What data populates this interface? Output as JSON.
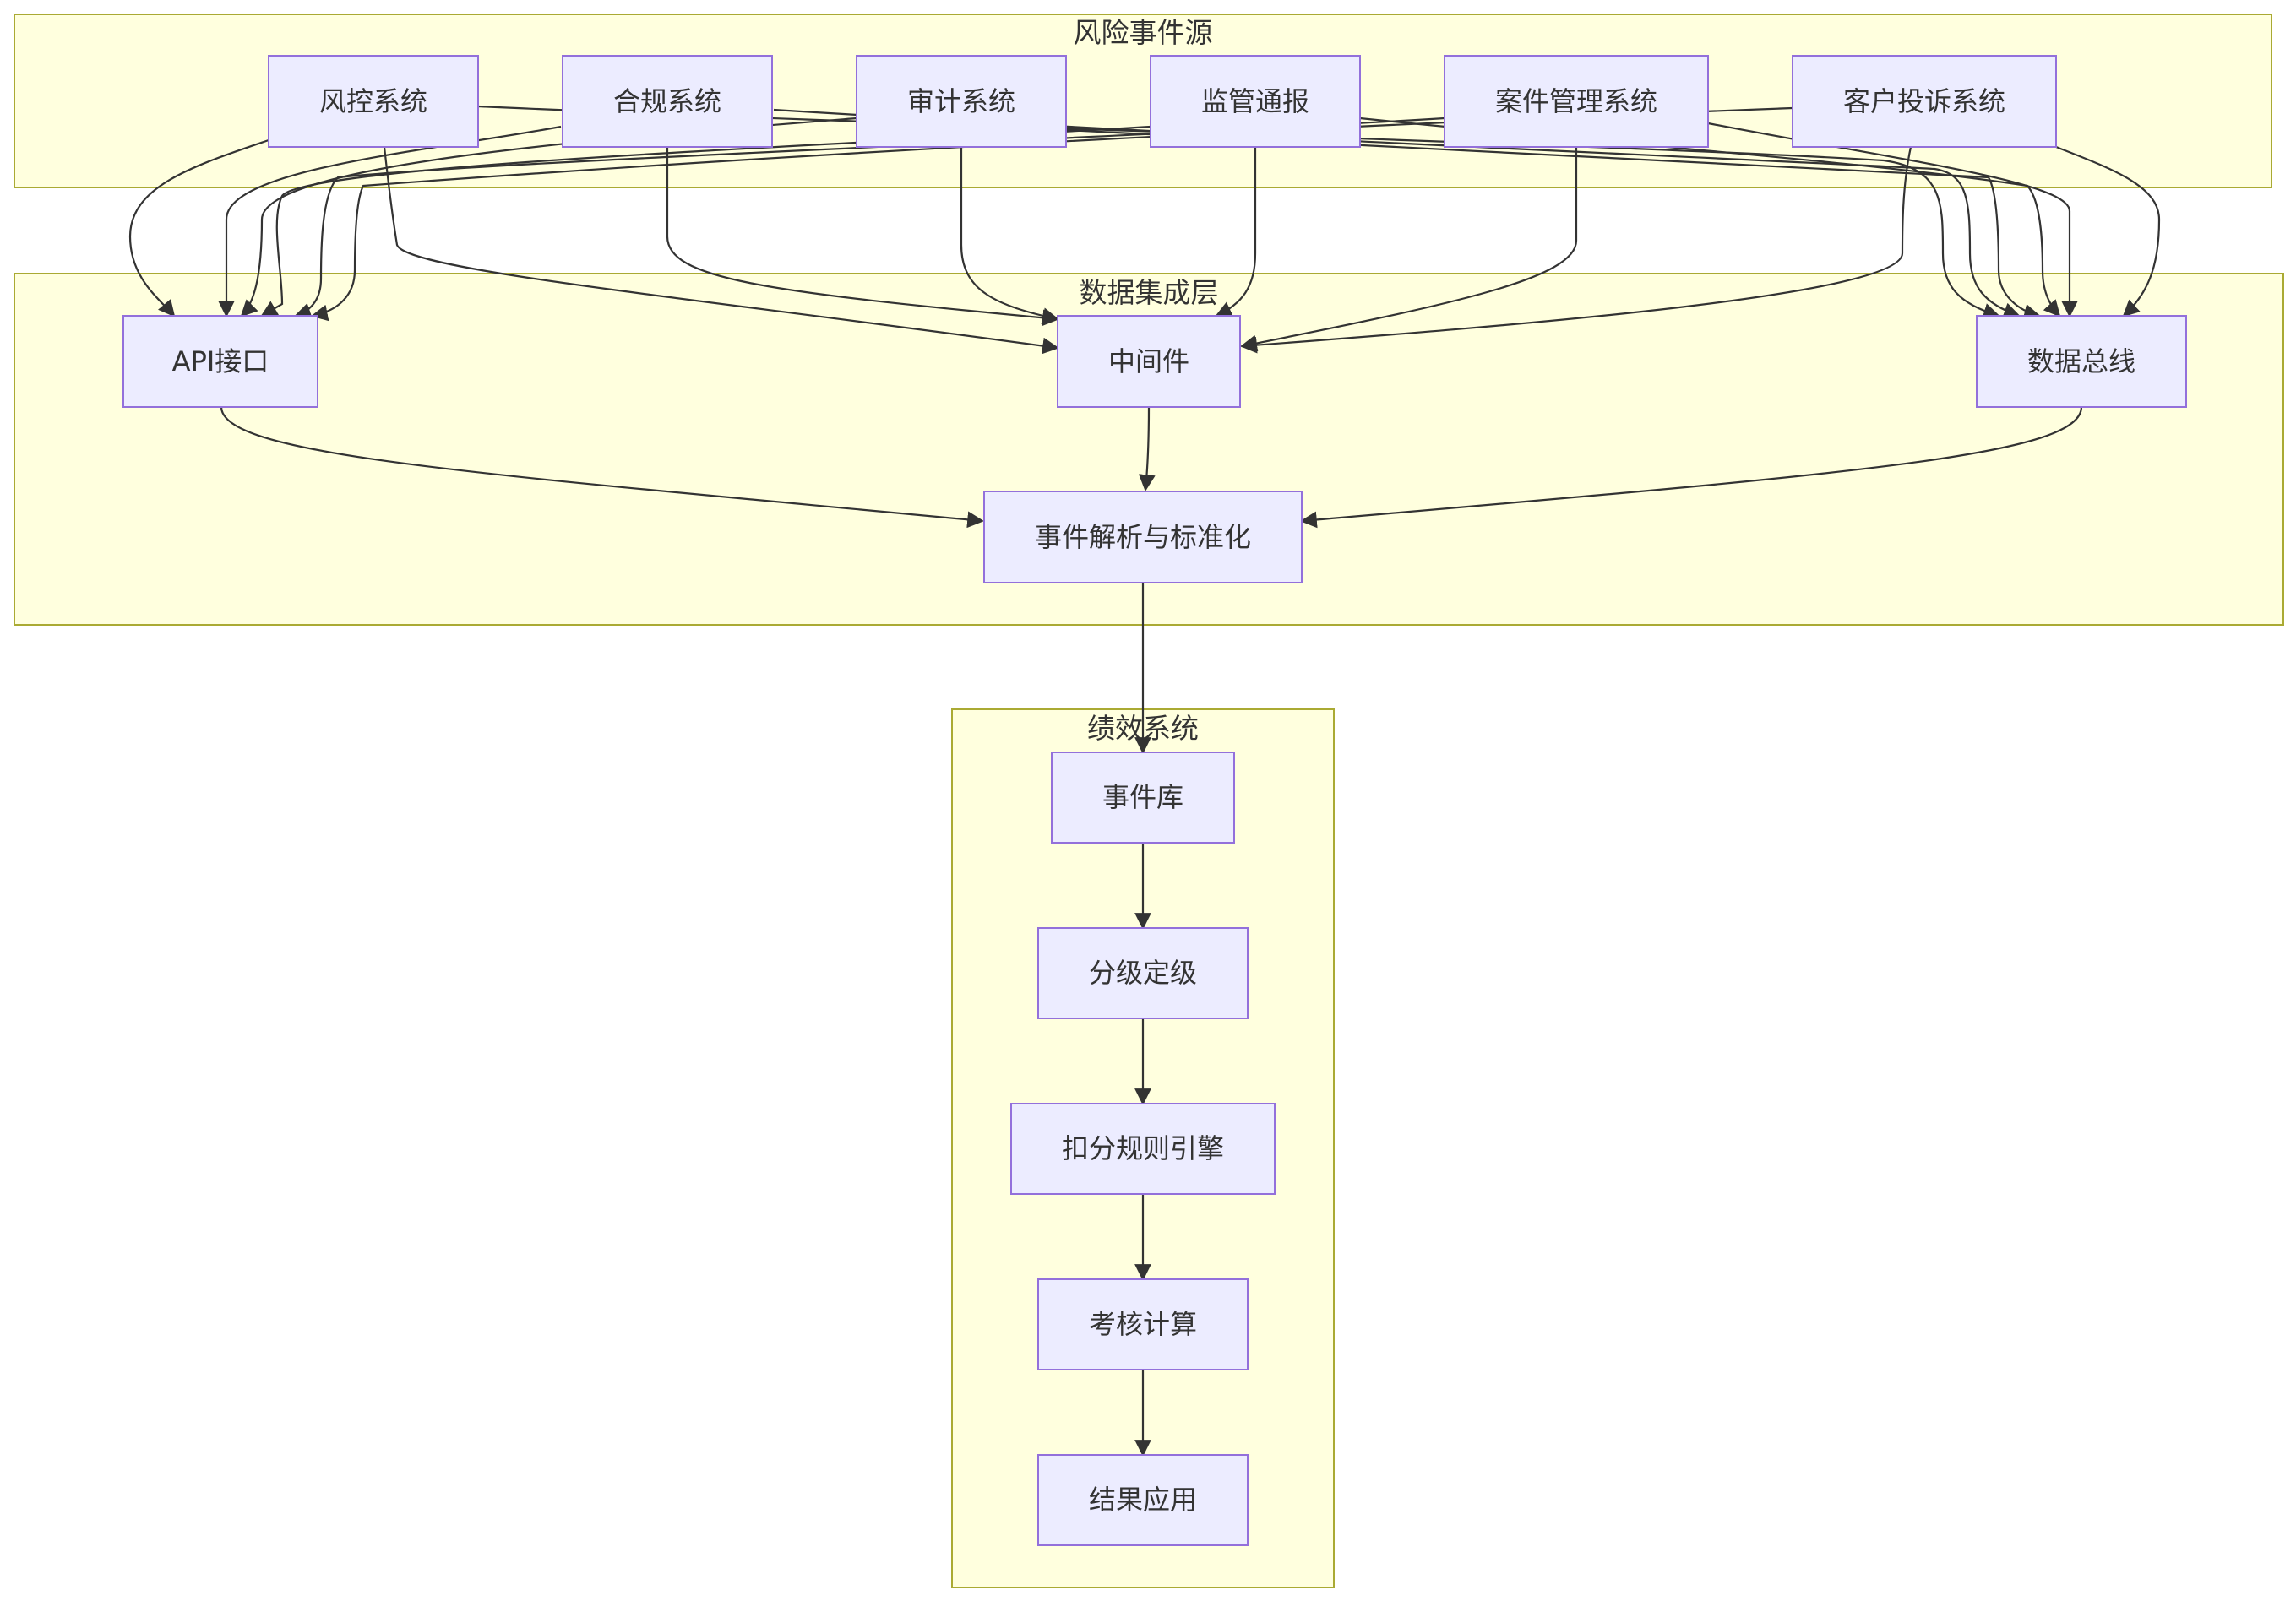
{
  "clusters": {
    "sources": {
      "title": "风险事件源"
    },
    "integration": {
      "title": "数据集成层"
    },
    "performance": {
      "title": "绩效系统"
    }
  },
  "nodes": {
    "risk_control": "风控系统",
    "compliance": "合规系统",
    "audit": "审计系统",
    "regulatory_report": "监管通报",
    "case_mgmt": "案件管理系统",
    "complaint": "客户投诉系统",
    "api": "API接口",
    "middleware": "中间件",
    "data_bus": "数据总线",
    "parse_normalize": "事件解析与标准化",
    "event_store": "事件库",
    "grading": "分级定级",
    "deduction_engine": "扣分规则引擎",
    "assessment_calc": "考核计算",
    "result_apply": "结果应用"
  },
  "colors": {
    "cluster_fill": "#ffffde",
    "cluster_stroke": "#aaaa33",
    "node_fill": "#ececff",
    "node_stroke": "#9370db",
    "edge": "#333333",
    "text": "#333333"
  }
}
